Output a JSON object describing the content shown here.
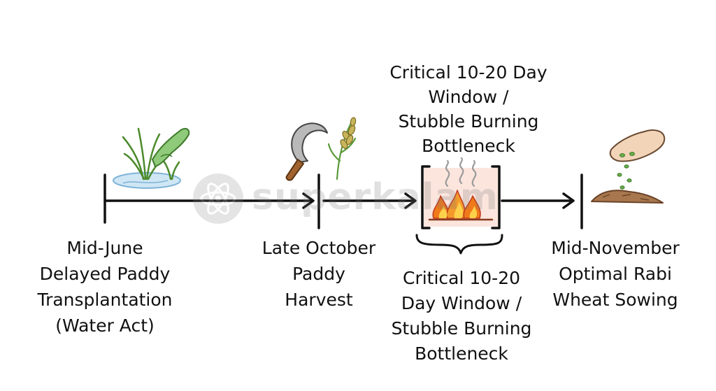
{
  "watermark": "superkalam",
  "stages": [
    {
      "date": "Mid-June",
      "lines": [
        "Delayed Paddy",
        "Transplantation",
        "(Water Act)"
      ]
    },
    {
      "date": "Late October",
      "lines": [
        "Paddy",
        "Harvest"
      ]
    },
    {
      "date": "Mid-November",
      "lines": [
        "Optimal Rabi",
        "Wheat Sowing"
      ]
    }
  ],
  "bottleneck": {
    "top_lines": [
      "Critical 10-20 Day",
      "Window /",
      "Stubble Burning",
      "Bottleneck"
    ],
    "bottom_lines": [
      "Critical 10-20",
      "Day Window /",
      "Stubble Burning",
      "Bottleneck"
    ]
  },
  "icons": {
    "stage1": "rice-transplanting-icon",
    "stage2": "sickle-wheat-icon",
    "bottleneck": "stubble-fire-icon",
    "stage3": "seed-sowing-icon"
  },
  "colors": {
    "ink": "#111111",
    "plant_green": "#5a9a3a",
    "water_blue": "#7fb4d8",
    "fire_orange": "#f07a1a",
    "fire_red": "#d9442a",
    "soil_brown": "#9a6a44"
  }
}
